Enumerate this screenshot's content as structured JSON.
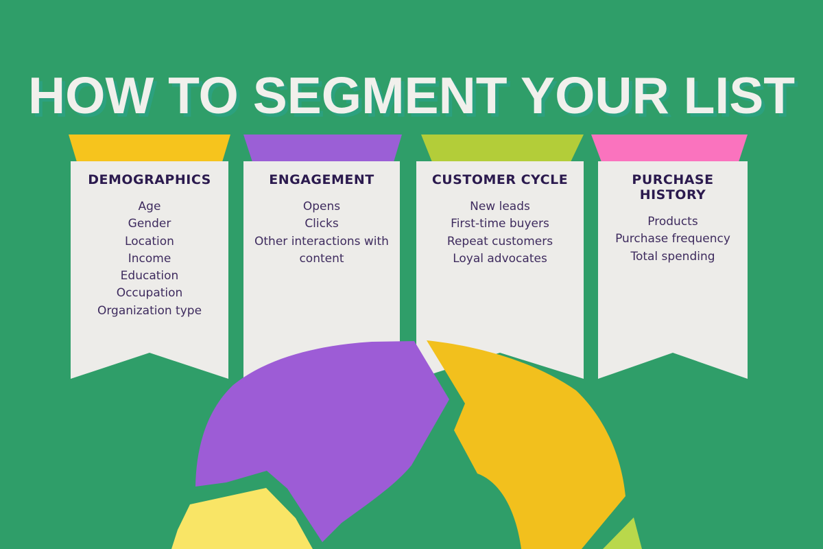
{
  "title": {
    "text": "HOW TO SEGMENT YOUR LIST"
  },
  "colors": {
    "background": "#2F9E69",
    "title_text": "#F1F0EC",
    "title_shadow": "#2CA17F",
    "card_body": "#EDECE9",
    "header_text": "#2B1A4E",
    "item_text": "#3E2B5E",
    "accent_yellow": "#F6C41D",
    "accent_purple": "#9B5FD6",
    "accent_lime": "#B3CD39",
    "accent_pink": "#FA73BE",
    "arc_purple": "#9D5CD6",
    "arc_gold": "#F2C01D",
    "arc_pale_yellow": "#F9E566",
    "arc_lime": "#B9D84B"
  },
  "cards": [
    {
      "title": "DEMOGRAPHICS",
      "items": [
        "Age",
        "Gender",
        "Location",
        "Income",
        "Education",
        "Occupation",
        "Organization type"
      ]
    },
    {
      "title": "ENGAGEMENT",
      "items": [
        "Opens",
        "Clicks",
        "Other interactions with content"
      ]
    },
    {
      "title": "CUSTOMER CYCLE",
      "items": [
        "New leads",
        "First-time buyers",
        "Repeat customers",
        "Loyal advocates"
      ]
    },
    {
      "title": "PURCHASE HISTORY",
      "items": [
        "Products",
        "Purchase frequency",
        "Total spending"
      ]
    }
  ],
  "diagram": {
    "description": "customer cycle circular arrows",
    "segments": [
      {
        "name": "engagement-arrow",
        "color_key": "arc_purple"
      },
      {
        "name": "customer-cycle-arrow",
        "color_key": "arc_gold"
      },
      {
        "name": "demographics-arrow",
        "color_key": "arc_pale_yellow"
      },
      {
        "name": "purchase-history-arrow",
        "color_key": "arc_lime"
      }
    ]
  }
}
